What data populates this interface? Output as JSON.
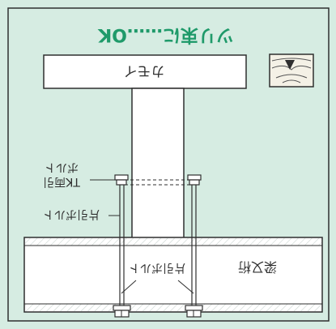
{
  "colors": {
    "background": "#d6ece2",
    "border": "#2f2f2f",
    "headline": "#1f9a6a",
    "member_fill": "#ffffff",
    "hatch": "#bfc8c4"
  },
  "labels": {
    "headline": "ツリ束に……OK",
    "top_beam": "カモイ",
    "bottom_beam": "梁又桁",
    "tk_bolt_line1": "TK両引",
    "tk_bolt_line2": "ボルト",
    "katabiki_left": "片引ボルト",
    "katabiki_center": "片引ボルト"
  },
  "icons": {
    "wood_grain": "wood-end-grain-icon"
  }
}
